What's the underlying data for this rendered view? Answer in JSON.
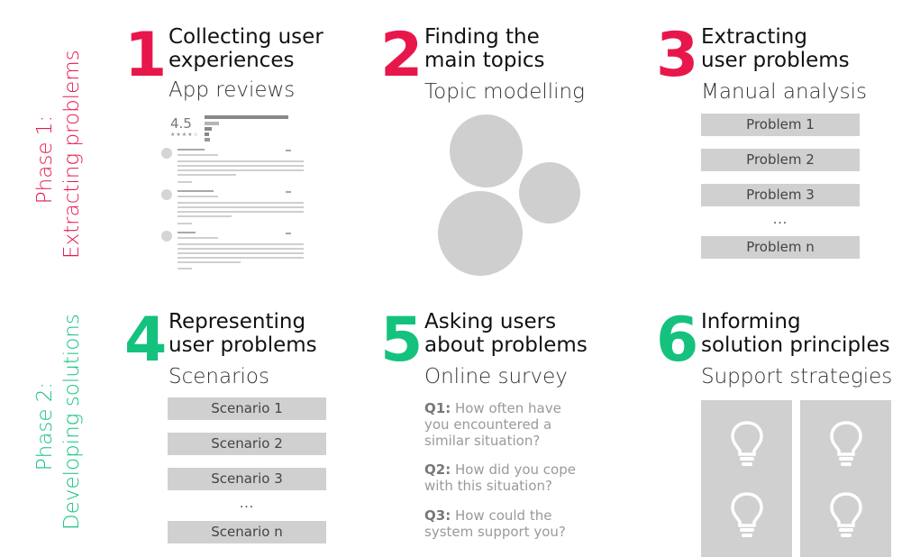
{
  "phases": [
    {
      "line1": "Phase 1:",
      "line2": "Extracting problems"
    },
    {
      "line1": "Phase 2:",
      "line2": "Developing solutions"
    }
  ],
  "steps": [
    {
      "number": "1",
      "title_line1": "Collecting user",
      "title_line2": "experiences",
      "subtitle": "App reviews"
    },
    {
      "number": "2",
      "title_line1": "Finding the",
      "title_line2": "main topics",
      "subtitle": "Topic modelling"
    },
    {
      "number": "3",
      "title_line1": "Extracting",
      "title_line2": "user problems",
      "subtitle": "Manual analysis"
    },
    {
      "number": "4",
      "title_line1": "Representing",
      "title_line2": "user problems",
      "subtitle": "Scenarios"
    },
    {
      "number": "5",
      "title_line1": "Asking users",
      "title_line2": "about problems",
      "subtitle": "Online survey"
    },
    {
      "number": "6",
      "title_line1": "Informing",
      "title_line2": "solution principles",
      "subtitle": "Support strategies"
    }
  ],
  "app_review": {
    "rating": "4.5",
    "stars": "★★★★☆"
  },
  "problems": [
    "Problem 1",
    "Problem 2",
    "Problem 3",
    "Problem n"
  ],
  "scenarios": [
    "Scenario 1",
    "Scenario 2",
    "Scenario 3",
    "Scenario n"
  ],
  "ellipsis": "...",
  "survey": [
    {
      "label": "Q1:",
      "text": "How often have you encountered a similar situation?"
    },
    {
      "label": "Q2:",
      "text": "How did you cope with this situation?"
    },
    {
      "label": "Q3:",
      "text": "How could the system support you?"
    }
  ],
  "icons": {
    "tile_icon": "lightbulb-icon"
  },
  "colors": {
    "phase1": "#e8174b",
    "phase2": "#14c27e",
    "box": "#d0d0d0"
  }
}
